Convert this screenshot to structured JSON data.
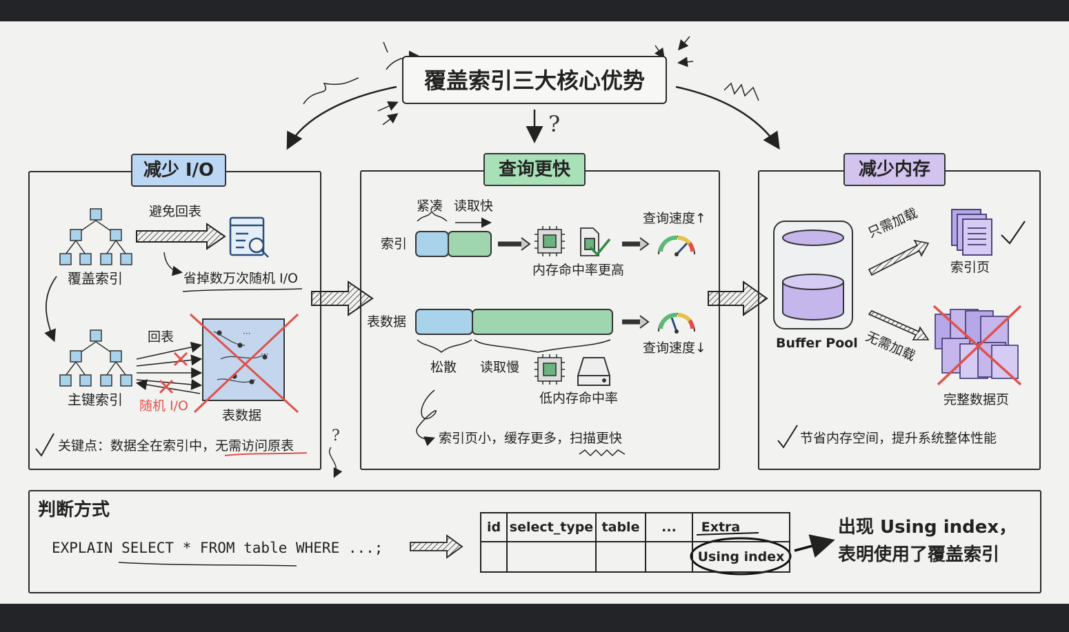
{
  "title": "覆盖索引三大核心优势",
  "panels": {
    "io": {
      "tag": "减少 I/O",
      "avoid_lookup": "避免回表",
      "covering_index": "覆盖索引",
      "save_io": "省掉数万次随机 I/O",
      "lookup": "回表",
      "primary_index": "主键索引",
      "random_io": "随机 I/O",
      "table_data": "表数据",
      "key_point_prefix": "关键点：数据全在索引中，",
      "key_point_emph": "无需访问原表"
    },
    "speed": {
      "tag": "查询更快",
      "compact": "紧凑",
      "read_fast": "读取快",
      "index": "索引",
      "hit_high": "内存命中率更高",
      "speed_up": "查询速度↑",
      "table_data": "表数据",
      "loose": "松散",
      "read_slow": "读取慢",
      "hit_low": "低内存命中率",
      "speed_down": "查询速度↓",
      "summary": "索引页小，缓存更多，扫描更快"
    },
    "memory": {
      "tag": "减少内存",
      "buffer_pool": "Buffer Pool",
      "load_only": "只需加载",
      "index_pages": "索引页",
      "no_load": "无需加载",
      "full_pages": "完整数据页",
      "summary": "节省内存空间，提升系统整体性能"
    }
  },
  "judge": {
    "title": "判断方式",
    "sql": "EXPLAIN SELECT * FROM table WHERE ...;",
    "table_headers": [
      "id",
      "select_type",
      "table",
      "...",
      "Extra"
    ],
    "extra_value": "Using index",
    "conclusion_line1": "出现 Using index，",
    "conclusion_line2": "表明使用了覆盖索引"
  },
  "colors": {
    "blue_tag": "#bcd7f3",
    "green_tag": "#a8e0b8",
    "purple_tag": "#d2c4ef",
    "index_blue": "#a9d3ea",
    "data_green": "#9fd6b0",
    "red_cross": "#e0504a",
    "purple_db": "#c5b6ec"
  }
}
